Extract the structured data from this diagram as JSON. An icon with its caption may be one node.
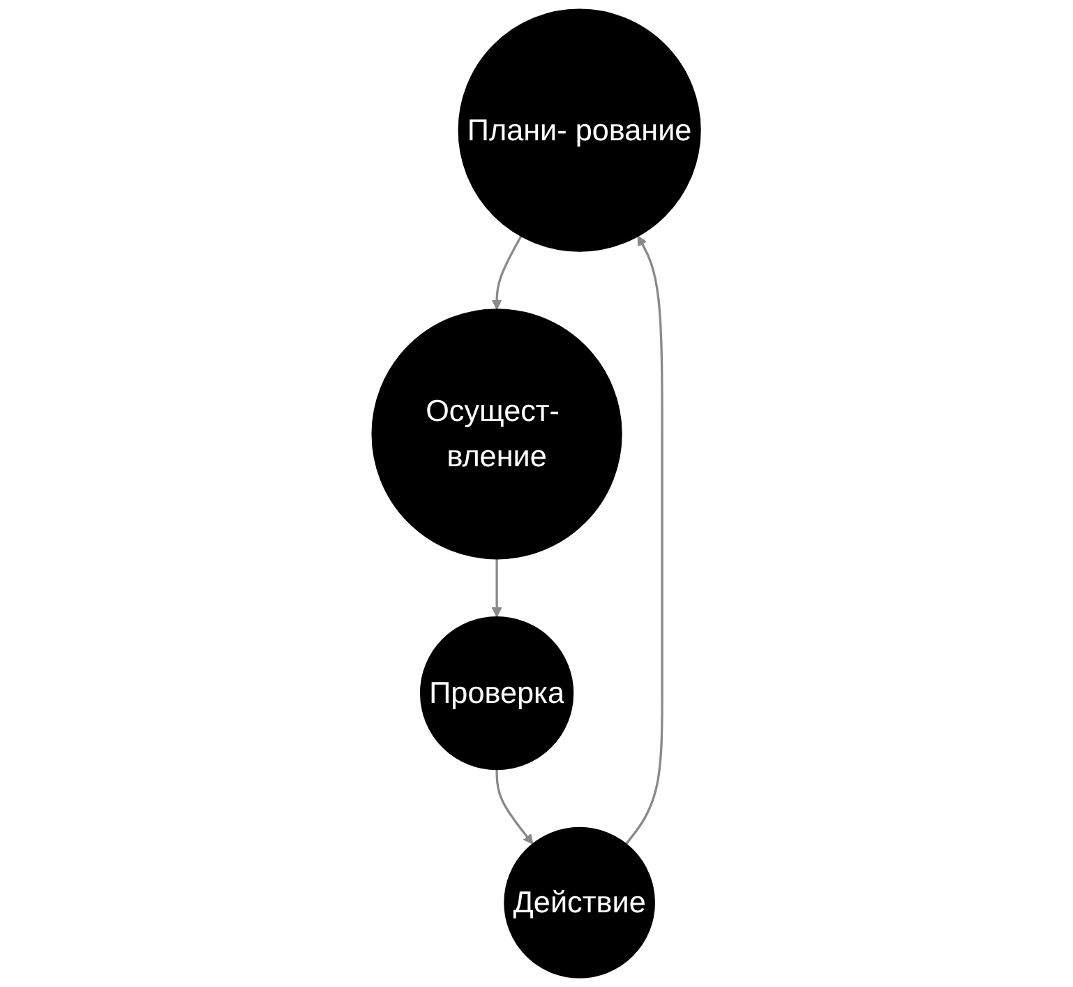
{
  "diagram": {
    "nodes": [
      {
        "text": [
          "Плани- рование"
        ]
      },
      {
        "text": [
          "Осущест- вление"
        ]
      },
      {
        "text": [
          "Проверка"
        ]
      },
      {
        "text": [
          "Действие"
        ]
      }
    ],
    "edges": [
      {
        "from": 0,
        "to": 1,
        "arrow": "to"
      },
      {
        "from": 1,
        "to": 2,
        "arrow": "to"
      },
      {
        "from": 2,
        "to": 3,
        "arrow": "to"
      },
      {
        "from": 3,
        "to": 0,
        "arrow": "to"
      }
    ]
  }
}
